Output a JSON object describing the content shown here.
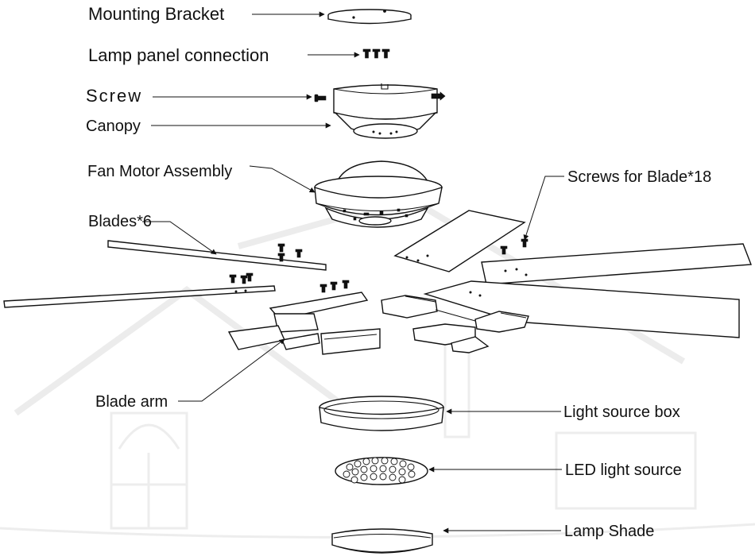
{
  "labels": {
    "mounting_bracket": "Mounting Bracket",
    "lamp_panel_connection": "Lamp panel connection",
    "screw": "Screw",
    "canopy": "Canopy",
    "fan_motor_assembly": "Fan Motor Assembly",
    "blades": "Blades*6",
    "screws_for_blade": "Screws for Blade*18",
    "blade_arm": "Blade arm",
    "light_source_box": "Light source box",
    "led_light_source": "LED light source",
    "lamp_shade": "Lamp Shade"
  }
}
